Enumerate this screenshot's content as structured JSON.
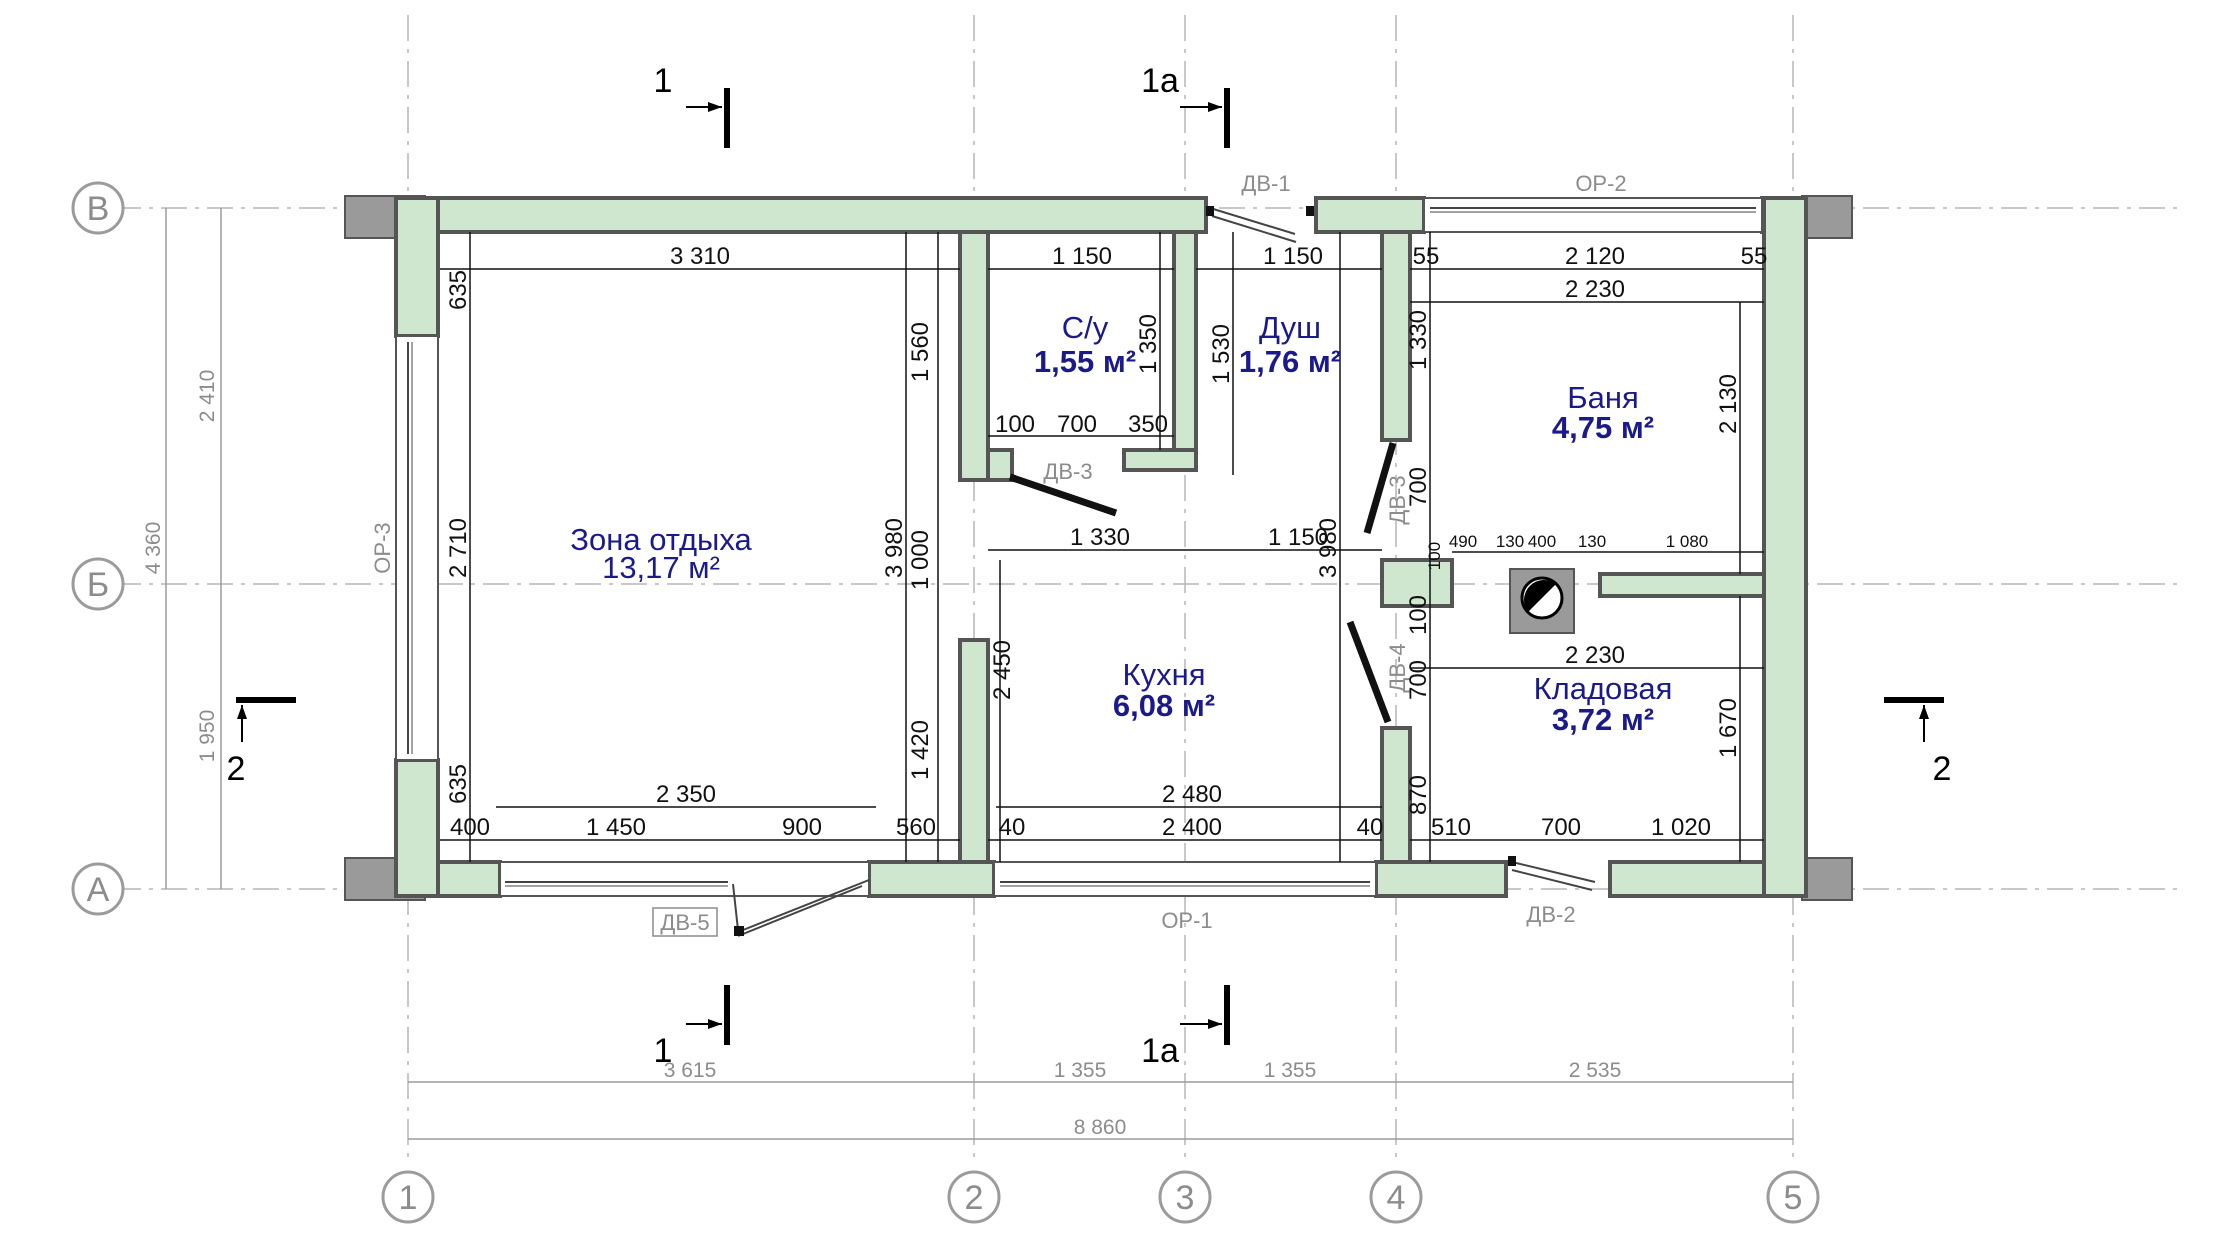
{
  "axes": {
    "columns": [
      "1",
      "2",
      "3",
      "4",
      "5"
    ],
    "rows": [
      "В",
      "Б",
      "А"
    ]
  },
  "sections": {
    "s1": "1",
    "s1a": "1а",
    "s2": "2"
  },
  "rooms": [
    {
      "name": "Зона отдыха",
      "area": "13,17 м²"
    },
    {
      "name": "С/у",
      "area": "1,55 м²"
    },
    {
      "name": "Душ",
      "area": "1,76 м²"
    },
    {
      "name": "Баня",
      "area": "4,75 м²"
    },
    {
      "name": "Кухня",
      "area": "6,08 м²"
    },
    {
      "name": "Кладовая",
      "area": "3,72 м²"
    }
  ],
  "openings": {
    "dv1": "ДВ-1",
    "dv2": "ДВ-2",
    "dv3a": "ДВ-3",
    "dv3b": "ДВ-3",
    "dv4": "ДВ-4",
    "dv5": "ДВ-5",
    "or1": "ОР-1",
    "or2": "ОР-2",
    "or3": "ОР-3"
  },
  "overall_dims": {
    "row_segments": [
      "3 615",
      "1 355",
      "1 355",
      "2 535"
    ],
    "total": "8 860",
    "left_outer": "4 360",
    "left_upper": "2 410",
    "left_lower": "1 950"
  },
  "inner_dims": {
    "d3310": "3 310",
    "d1150a": "1 150",
    "d1150b": "1 150",
    "d55a": "55",
    "d2120": "2 120",
    "d55b": "55",
    "d2230a": "2 230",
    "d635a": "635",
    "d2710": "2 710",
    "d635b": "635",
    "d1560": "1 560",
    "d3980a": "3 980",
    "d1000": "1 000",
    "d1420": "1 420",
    "d1350": "1 350",
    "d1530": "1 530",
    "d100a": "100",
    "d700a": "700",
    "d350": "350",
    "d1330a": "1 330",
    "d1150c": "1 150",
    "d3980b": "3 980",
    "d1330b": "1 330",
    "d2130": "2 130",
    "d700b": "700",
    "d100b": "100",
    "d100c": "100",
    "d700c": "700",
    "d870": "870",
    "d1670": "1 670",
    "d490": "490",
    "d130a": "130",
    "d400a": "400",
    "d130b": "130",
    "d1080": "1 080",
    "d2230b": "2 230",
    "d2450": "2 450",
    "d2350": "2 350",
    "d2480": "2 480",
    "d400b": "400",
    "d1450": "1 450",
    "d900": "900",
    "d560": "560",
    "d40a": "40",
    "d2400": "2 400",
    "d40b": "40",
    "d510": "510",
    "d700d": "700",
    "d1020": "1 020"
  },
  "colors": {
    "wall_insulation": "#cfe6cf",
    "wall_frame": "#555555",
    "wall_concrete": "#9a9a9a",
    "room_label": "#1a1a8c",
    "axis_grey": "#9b9b9b"
  }
}
